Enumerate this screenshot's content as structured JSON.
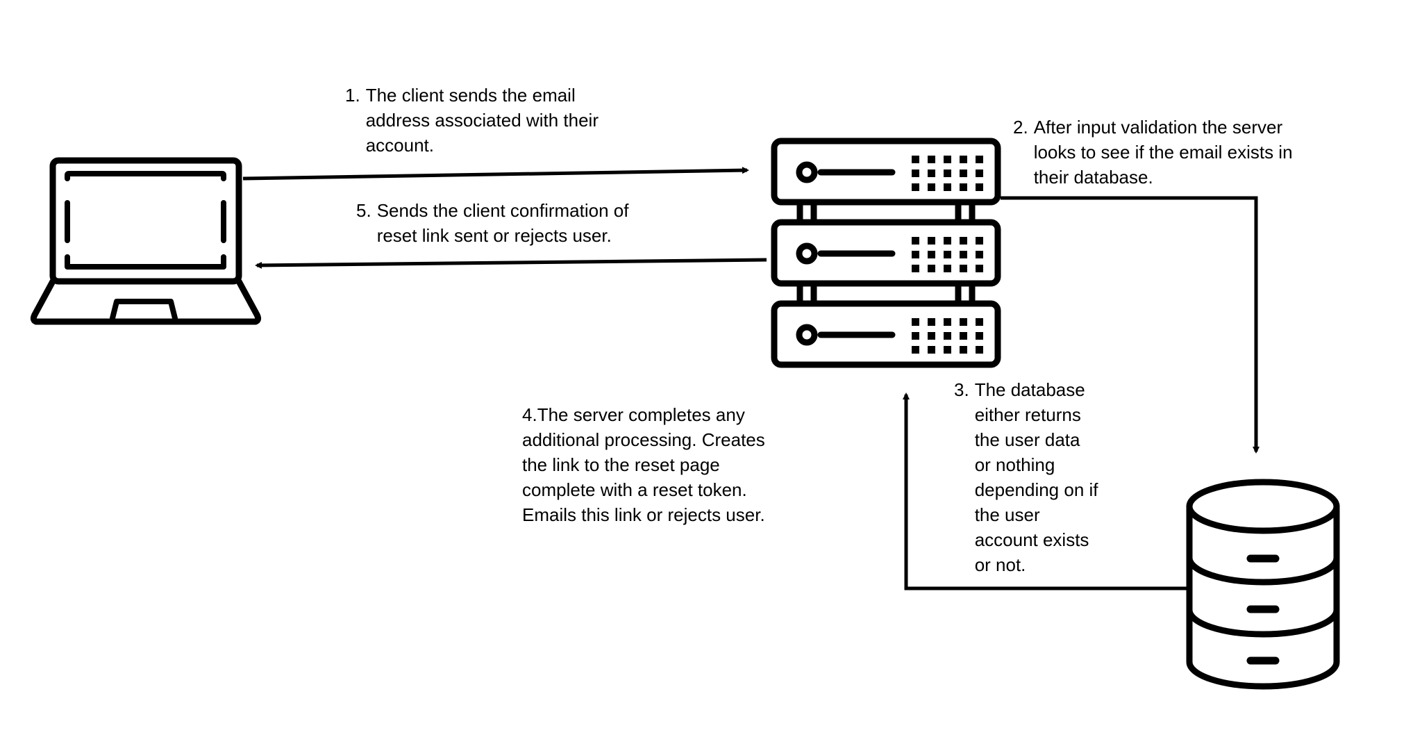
{
  "colors": {
    "stroke": "#000000",
    "background": "#ffffff"
  },
  "icons": {
    "client": "laptop-icon",
    "server": "server-rack-icon",
    "database": "database-icon"
  },
  "steps": [
    {
      "number": "1.",
      "lines": [
        "The client sends the email",
        "address associated with their",
        "account."
      ]
    },
    {
      "number": "2.",
      "lines": [
        "After input validation the server",
        "looks to see if the email exists in",
        "their database."
      ]
    },
    {
      "number": "3.",
      "lines": [
        "The database",
        "either returns",
        "the user data",
        "or nothing",
        "depending on if",
        "the user",
        "account exists",
        "or not."
      ]
    },
    {
      "number": "4.",
      "lines": [
        "The server completes any",
        "additional processing. Creates",
        "the link to the reset page",
        "complete with a reset token.",
        "Emails this link or rejects user."
      ]
    },
    {
      "number": "5.",
      "lines": [
        "Sends the client confirmation of",
        "reset link sent or rejects user."
      ]
    }
  ]
}
